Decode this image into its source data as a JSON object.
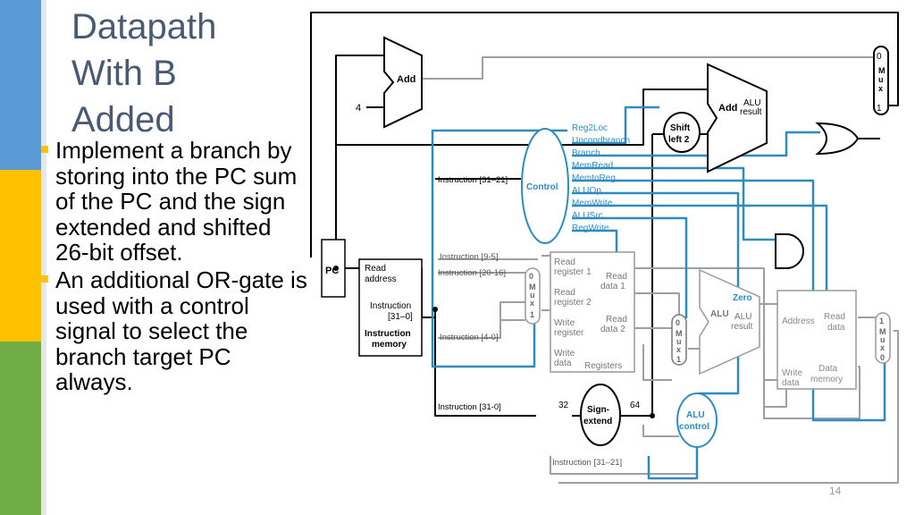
{
  "slide": {
    "title_lines": [
      "Datapath",
      "With B",
      "Added"
    ],
    "bullets": [
      "Implement a branch by storing into the PC sum of the PC and the sign extended and shifted 26-bit offset.",
      "An additional OR-gate is used with a control signal to select the branch target PC always."
    ],
    "page_number": "14",
    "sidebar_colors": [
      "#5b9bd5",
      "#ffc000",
      "#70ad47"
    ],
    "bullet_color": "#ffc000"
  },
  "diagram": {
    "pc": "PC",
    "add_top": "Add",
    "const_4": "4",
    "add_alu": "Add",
    "alu_result_top": [
      "ALU",
      "result"
    ],
    "shift_left": [
      "Shift",
      "left 2"
    ],
    "mux_top": [
      "0",
      "M",
      "u",
      "x",
      "1"
    ],
    "control": "Control",
    "control_signals": [
      "Reg2Loc",
      "Uncondbranch",
      "Branch",
      "MemRead",
      "MemtoReg",
      "ALUOp",
      "MemWrite",
      "ALUSrc",
      "RegWrite"
    ],
    "imem": [
      "Read",
      "address",
      "Instruction",
      "[31–0]",
      "Instruction",
      "memory"
    ],
    "instr_fields": [
      "Instruction [31–21]",
      "Instruction [9-5]",
      "Instruction [20-16]",
      "Instruction [4-0]",
      "Instruction [31-0]",
      "Instruction [31–21]"
    ],
    "reg_mux": [
      "0",
      "M",
      "u",
      "x",
      "1"
    ],
    "registers": [
      "Read",
      "register 1",
      "Read",
      "register 2",
      "Write",
      "register",
      "Write",
      "data",
      "Read",
      "data 1",
      "Read",
      "data 2",
      "Registers"
    ],
    "sign_extend": [
      "Sign-",
      "extend"
    ],
    "bits_32": "32",
    "bits_64": "64",
    "alu_mux": [
      "0",
      "M",
      "u",
      "x",
      "1"
    ],
    "alu": [
      "Zero",
      "ALU",
      "ALU",
      "result"
    ],
    "alu_control": [
      "ALU",
      "control"
    ],
    "dmem": [
      "Address",
      "Read",
      "data",
      "Write",
      "data",
      "Data",
      "memory"
    ],
    "wb_mux": [
      "1",
      "M",
      "u",
      "x",
      "0"
    ]
  }
}
